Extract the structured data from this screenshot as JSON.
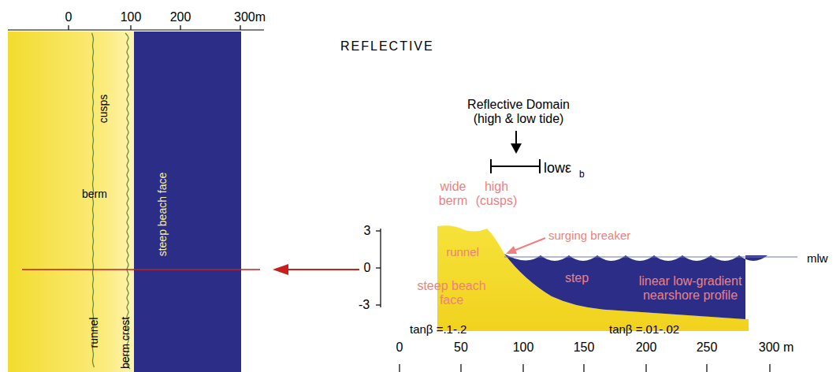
{
  "diagram": {
    "title": "REFLECTIVE",
    "labels": [
      "0",
      "100",
      "200",
      "300m",
      "cusps",
      "berm",
      "steep beach face",
      "runnel",
      "berm crest",
      "Reflective Domain (high & low tide)",
      "lowε",
      "b",
      "wide berm",
      "high (cusps)",
      "surging breaker",
      "runnel",
      "steep beach face",
      "step",
      "linear low-gradient nearshore profile",
      "mlw",
      "3",
      "0",
      "-3",
      "tanβ =.1-.2",
      "tanβ =.01-.02",
      "0",
      "50",
      "100",
      "150",
      "200",
      "250",
      "300 m"
    ]
  }
}
